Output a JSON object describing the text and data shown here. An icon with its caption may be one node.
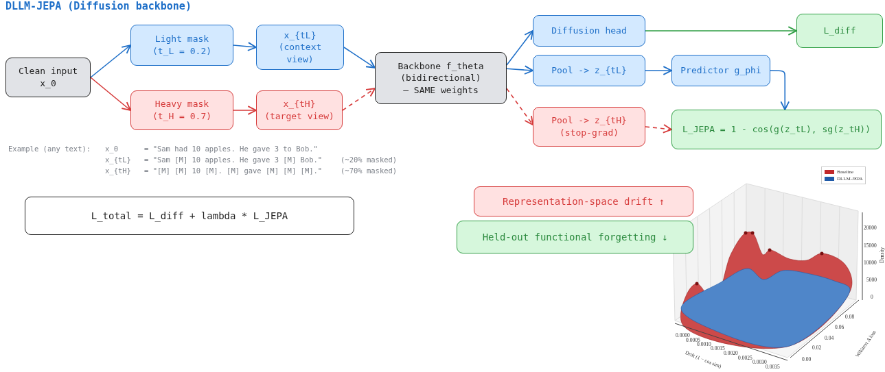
{
  "diagram": {
    "title": "DLLM-JEPA (Diffusion backbone)",
    "nodes": [
      {
        "text": [
          "Clean input x_0"
        ]
      },
      {
        "text": [
          "Light mask (t_L = 0.2)"
        ]
      },
      {
        "text": [
          "Heavy mask (t_H = 0.7)"
        ]
      },
      {
        "text": [
          "x_{tL} (context view)"
        ]
      },
      {
        "text": [
          "x_{tH} (target view)"
        ]
      },
      {
        "text": [
          "Backbone f_theta (bidirectional) – SAME weights"
        ]
      },
      {
        "text": [
          "Diffusion head"
        ]
      },
      {
        "text": [
          "Pool -> z_{tL}"
        ]
      },
      {
        "text": [
          "Pool -> z_{tH} (stop-grad)"
        ]
      },
      {
        "text": [
          "L_diff"
        ]
      },
      {
        "text": [
          "Predictor g_phi"
        ]
      },
      {
        "text": [
          "L_JEPA = 1 - cos(g(z_tL), sg(z_tH))"
        ]
      },
      {
        "text": [
          "L_total = L_diff + lambda * L_JEPA"
        ]
      },
      {
        "text": [
          "Representation-space drift ↑"
        ]
      },
      {
        "text": [
          "Held-out functional forgetting ↓"
        ]
      }
    ],
    "edges": [
      {
        "from": 0,
        "to": 1,
        "arrow": "to"
      },
      {
        "from": 0,
        "to": 2,
        "arrow": "to",
        "color": "#d63a3a"
      },
      {
        "from": 1,
        "to": 3,
        "arrow": "to"
      },
      {
        "from": 2,
        "to": 4,
        "arrow": "to",
        "color": "#d63a3a"
      },
      {
        "from": 3,
        "to": 5,
        "arrow": "to"
      },
      {
        "from": 4,
        "to": 5,
        "arrow": "to",
        "style": "dashed",
        "color": "#d63a3a"
      },
      {
        "from": 5,
        "to": 6,
        "arrow": "to"
      },
      {
        "from": 5,
        "to": 7,
        "arrow": "to"
      },
      {
        "from": 5,
        "to": 8,
        "arrow": "to",
        "style": "dashed",
        "color": "#d63a3a"
      },
      {
        "from": 6,
        "to": 9,
        "arrow": "to",
        "color": "#2f9e44"
      },
      {
        "from": 7,
        "to": 10,
        "arrow": "to"
      },
      {
        "from": 10,
        "to": 11,
        "arrow": "to"
      },
      {
        "from": 8,
        "to": 11,
        "arrow": "to",
        "style": "dashed",
        "color": "#d63a3a"
      }
    ],
    "labels": [
      "Example (any text):",
      "x_0",
      "= \"Sam had 10 apples. He gave 3 to Bob.\"",
      "x_{tL}",
      "= \"Sam [M] 10 apples. He gave 3 [M] Bob.\"",
      "(~20% masked)",
      "x_{tH}",
      "= \"[M] [M] 10 [M]. [M] gave [M] [M] [M].\"",
      "(~70% masked)",
      "20000",
      "15000",
      "10000",
      "5000",
      "0",
      "Density",
      "0.0000",
      "0.0005",
      "0.0010",
      "0.0015",
      "0.0020",
      "0.0025",
      "0.0030",
      "0.0035",
      "Drift (1 − cos sim)",
      "0.00",
      "0.02",
      "0.04",
      "0.06",
      "0.08",
      "Wikitext Δ loss"
    ],
    "legend": [
      {
        "text": "Baseline",
        "color": "#c0282b"
      },
      {
        "text": "DLLM-JEPA",
        "color": "#1f5aa8"
      }
    ]
  }
}
